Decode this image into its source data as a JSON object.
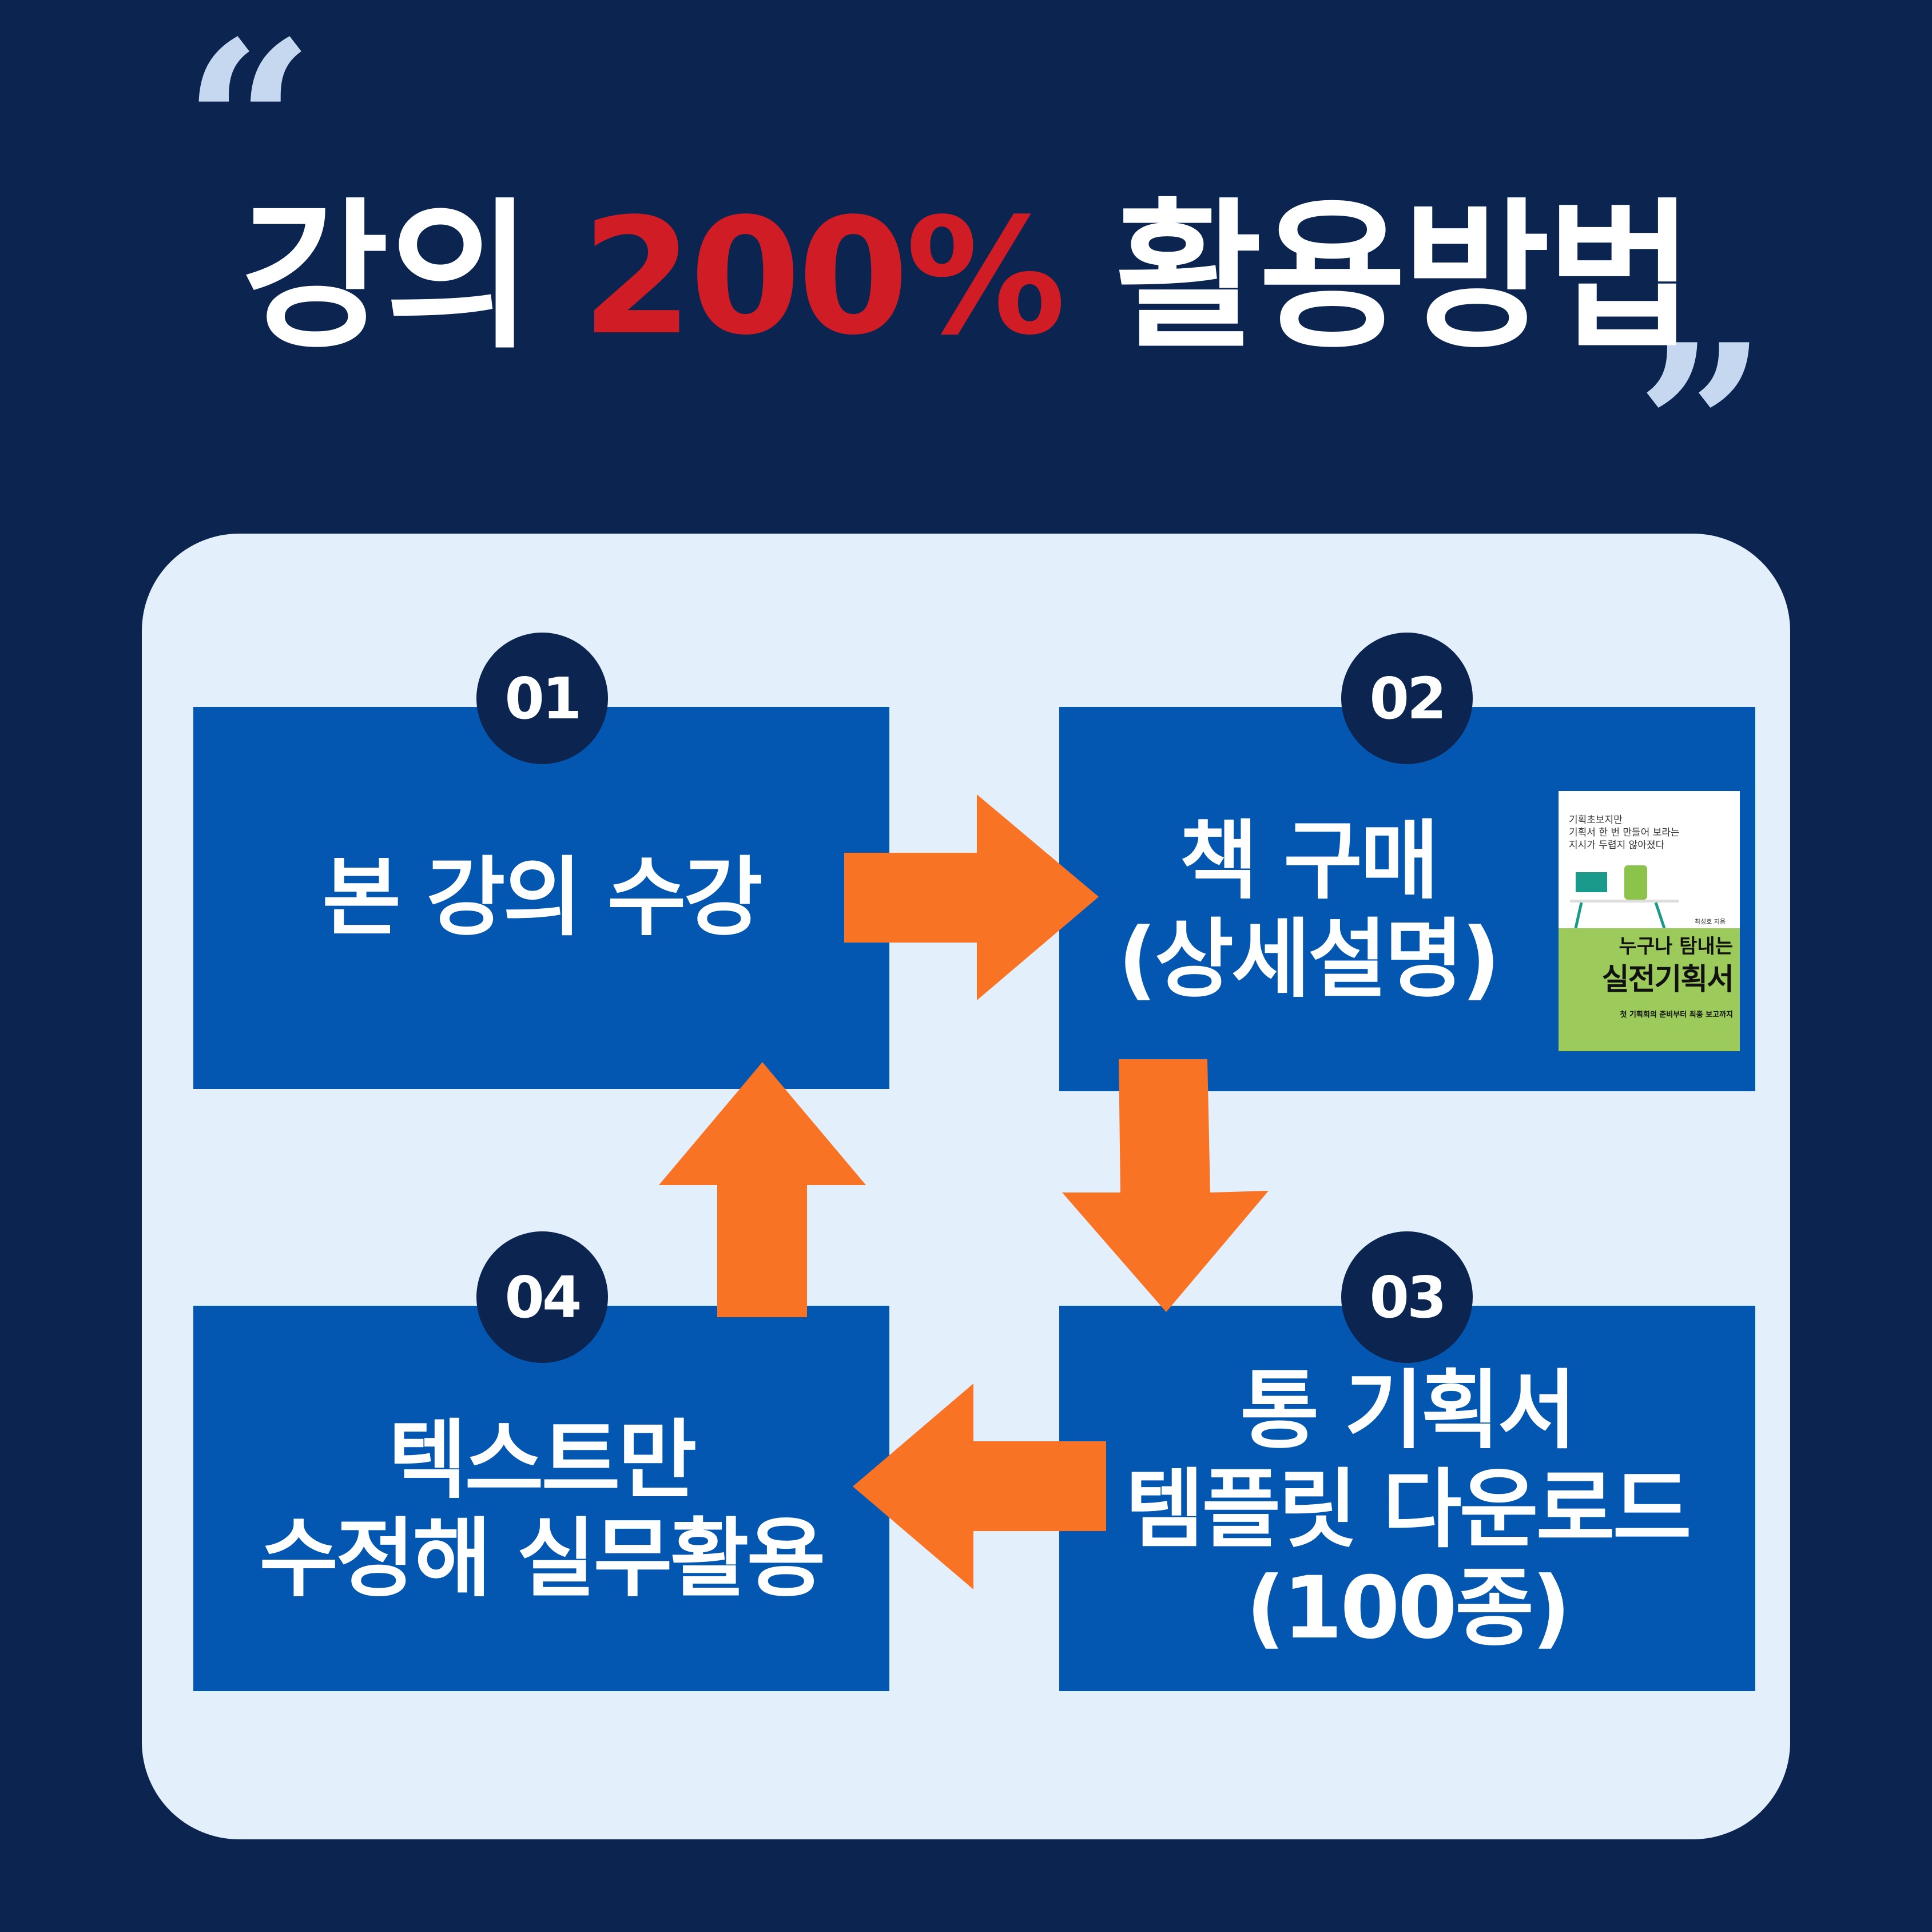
{
  "title": {
    "prefix": "강의 ",
    "accent": "200%",
    "suffix": " 활용방법",
    "open_quote": "“",
    "close_quote": "”"
  },
  "colors": {
    "background": "#0b2550",
    "panel": "#e3effb",
    "box": "#0357b0",
    "arrow": "#f97325",
    "accent": "#d01c24",
    "quote": "#c6d8f0"
  },
  "steps": [
    {
      "number": "01",
      "label": "본 강의 수강"
    },
    {
      "number": "02",
      "label": "책 구매\n(상세설명)"
    },
    {
      "number": "03",
      "label": "통 기획서\n템플릿 다운로드\n(100종)"
    },
    {
      "number": "04",
      "label": "텍스트만\n수정해 실무활용"
    }
  ],
  "book_cover": {
    "tagline": "기획초보지만\n기획서 한 번 만들어 보라는\n지시가 두렵지 않아졌다",
    "author": "최성호 지음",
    "title_line1": "누구나 탐내는",
    "title_line2": "실전기획서",
    "subtitle": "첫 기획회의 준비부터 최종 보고까지"
  }
}
